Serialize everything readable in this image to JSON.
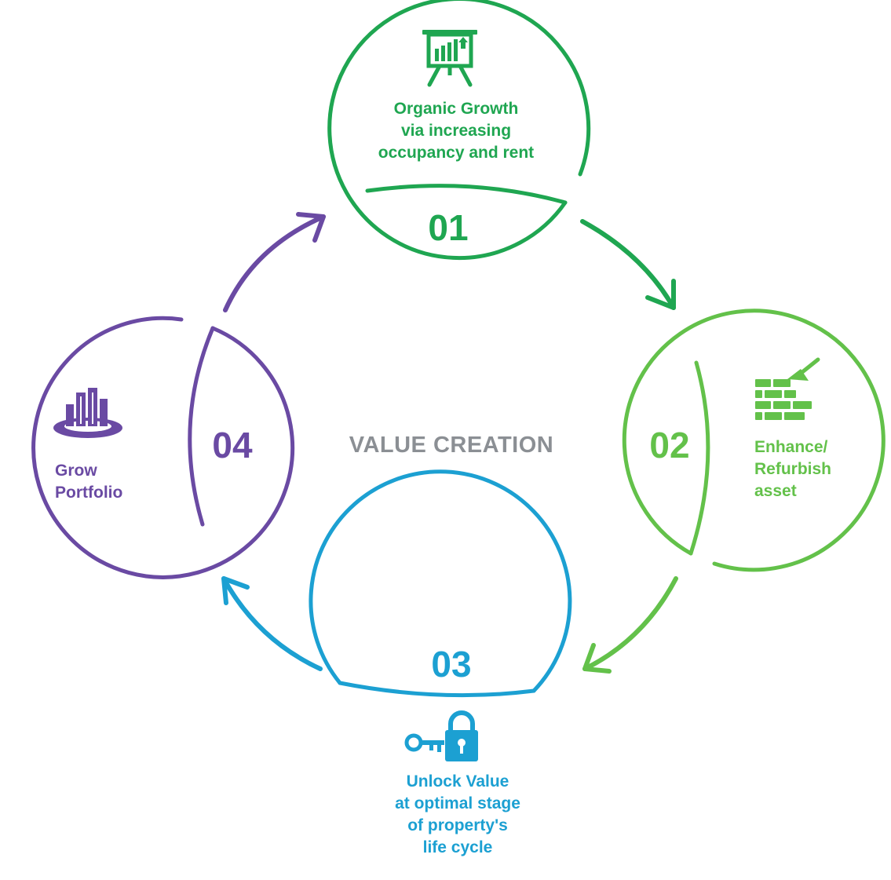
{
  "center_title": "VALUE CREATION",
  "colors": {
    "step1": "#1fa651",
    "step2": "#63c14a",
    "step3": "#1ca0d2",
    "step4": "#6a4aa3",
    "center": "#8b8f94"
  },
  "steps": [
    {
      "number": "01",
      "icon": "presentation-chart-icon",
      "lines": [
        "Organic Growth",
        "via increasing",
        "occupancy and rent"
      ]
    },
    {
      "number": "02",
      "icon": "brick-wall-trowel-icon",
      "lines": [
        "Enhance/",
        "Refurbish",
        "asset"
      ]
    },
    {
      "number": "03",
      "icon": "key-padlock-icon",
      "lines": [
        "Unlock Value",
        "at optimal stage",
        "of property's",
        "life cycle"
      ]
    },
    {
      "number": "04",
      "icon": "buildings-portfolio-icon",
      "lines": [
        "Grow",
        "Portfolio"
      ]
    }
  ]
}
